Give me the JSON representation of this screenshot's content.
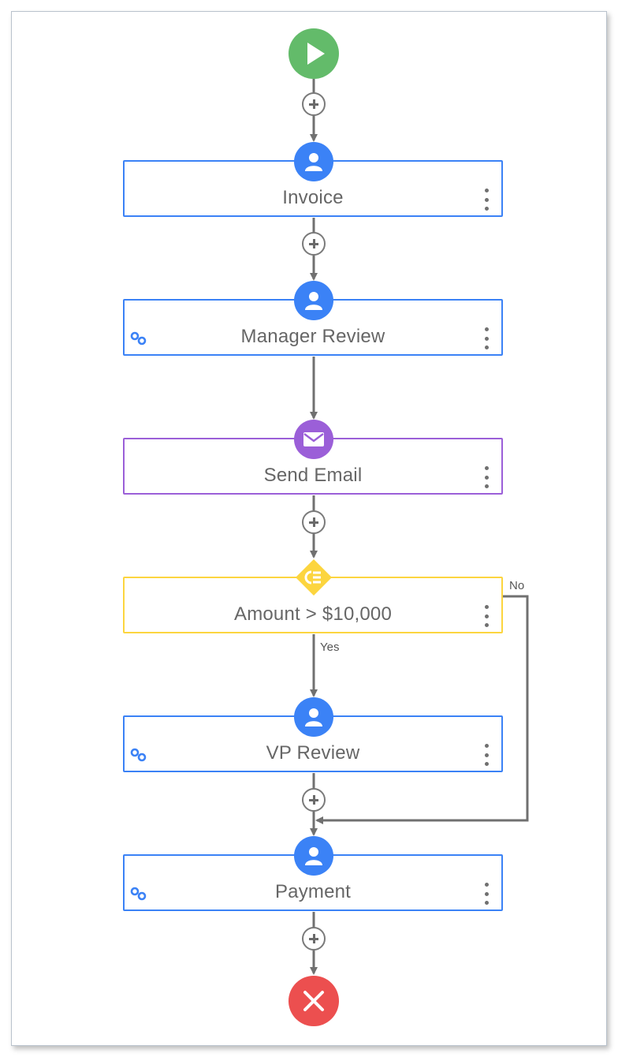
{
  "workflow": {
    "nodes": [
      {
        "id": "invoice",
        "label": "Invoice",
        "type": "user-task"
      },
      {
        "id": "manager_review",
        "label": "Manager Review",
        "type": "user-task"
      },
      {
        "id": "send_email",
        "label": "Send Email",
        "type": "email"
      },
      {
        "id": "amount_condition",
        "label": "Amount > $10,000",
        "type": "condition"
      },
      {
        "id": "vp_review",
        "label": "VP Review",
        "type": "user-task"
      },
      {
        "id": "payment",
        "label": "Payment",
        "type": "user-task"
      }
    ],
    "branches": {
      "yes": "Yes",
      "no": "No"
    }
  },
  "colors": {
    "user_task": "#3b82f6",
    "email": "#9b5fd8",
    "condition": "#fcd53f",
    "start": "#63bb6a",
    "end": "#ec4f4f",
    "connector": "#707070"
  },
  "icons": {
    "start": "play-icon",
    "end": "close-icon",
    "user": "user-icon",
    "email": "envelope-icon",
    "condition": "condition-icon",
    "link": "link-icon",
    "menu": "kebab-menu-icon",
    "add": "add-step-icon"
  }
}
